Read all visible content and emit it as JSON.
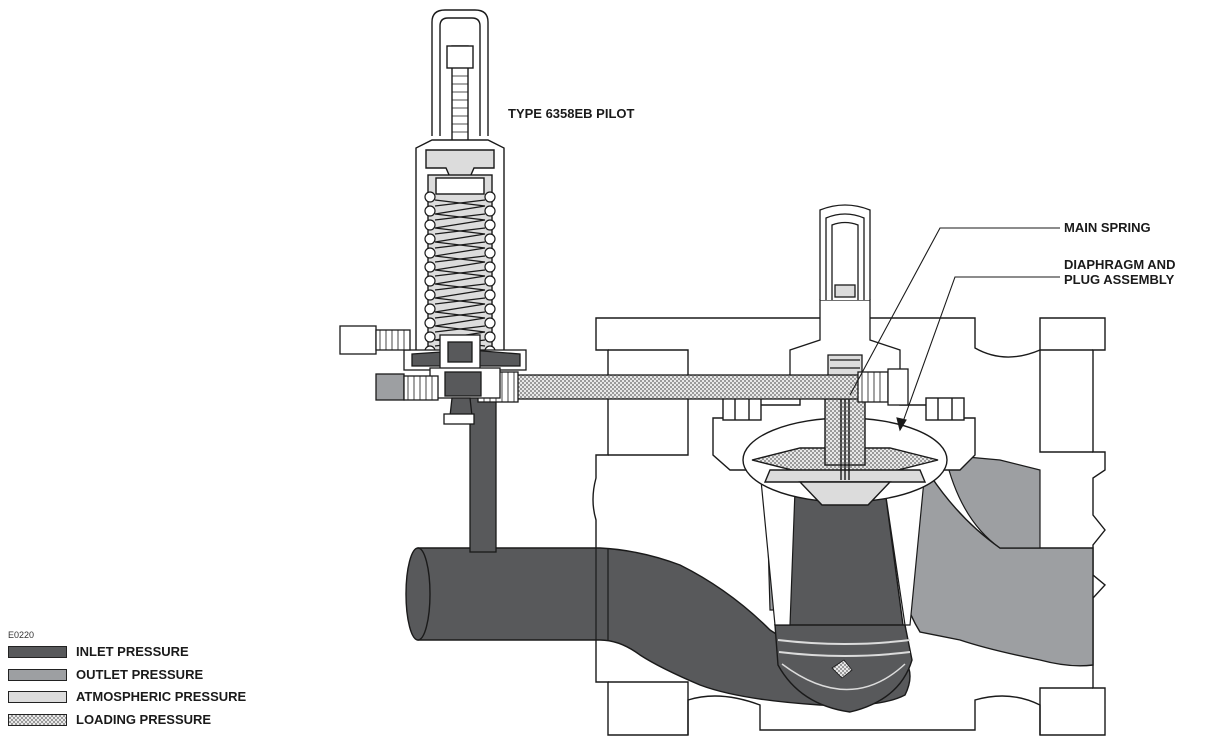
{
  "diagram": {
    "labels": {
      "pilot": "TYPE 6358EB PILOT",
      "main_spring": "MAIN SPRING",
      "diaphragm_line1": "DIAPHRAGM AND",
      "diaphragm_line2": "PLUG ASSEMBLY"
    },
    "figure_code": "E0220"
  },
  "legend": [
    {
      "label": "INLET PRESSURE",
      "fill": "#58595b",
      "pattern": "solid"
    },
    {
      "label": "OUTLET PRESSURE",
      "fill": "#9d9fa2",
      "pattern": "solid"
    },
    {
      "label": "ATMOSPHERIC PRESSURE",
      "fill": "#dcdcdc",
      "pattern": "solid"
    },
    {
      "label": "LOADING PRESSURE",
      "fill": "#cfcfcf",
      "pattern": "checker"
    }
  ]
}
